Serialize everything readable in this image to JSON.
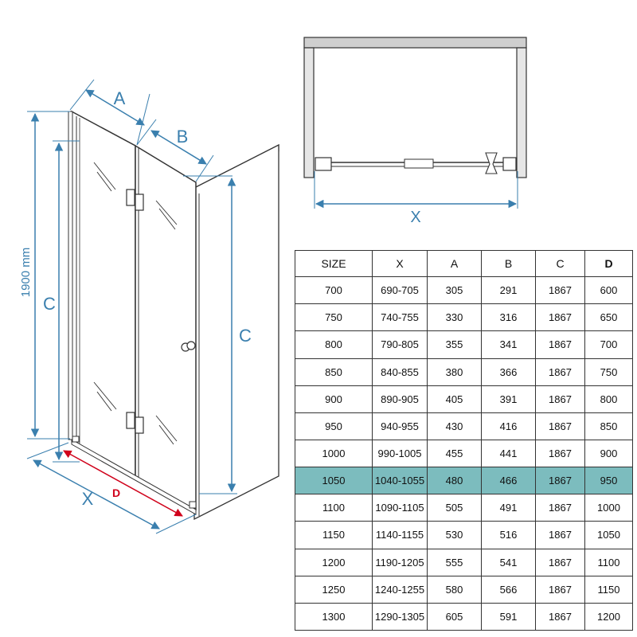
{
  "diagram": {
    "labels": {
      "A": "A",
      "B": "B",
      "C_left": "C",
      "C_right": "C",
      "X_side": "X",
      "X_top": "X",
      "D": "D",
      "height": "1900 mm"
    },
    "colors": {
      "dimension": "#3a7fae",
      "d_dimension": "#d0021b",
      "outline": "#333333",
      "highlight_row": "#7cbcbe"
    }
  },
  "table": {
    "headers": [
      "SIZE",
      "X",
      "A",
      "B",
      "C",
      "D"
    ],
    "bold_header": "D",
    "highlight_row_index": 7,
    "rows": [
      [
        "700",
        "690-705",
        "305",
        "291",
        "1867",
        "600"
      ],
      [
        "750",
        "740-755",
        "330",
        "316",
        "1867",
        "650"
      ],
      [
        "800",
        "790-805",
        "355",
        "341",
        "1867",
        "700"
      ],
      [
        "850",
        "840-855",
        "380",
        "366",
        "1867",
        "750"
      ],
      [
        "900",
        "890-905",
        "405",
        "391",
        "1867",
        "800"
      ],
      [
        "950",
        "940-955",
        "430",
        "416",
        "1867",
        "850"
      ],
      [
        "1000",
        "990-1005",
        "455",
        "441",
        "1867",
        "900"
      ],
      [
        "1050",
        "1040-1055",
        "480",
        "466",
        "1867",
        "950"
      ],
      [
        "1100",
        "1090-1105",
        "505",
        "491",
        "1867",
        "1000"
      ],
      [
        "1150",
        "1140-1155",
        "530",
        "516",
        "1867",
        "1050"
      ],
      [
        "1200",
        "1190-1205",
        "555",
        "541",
        "1867",
        "1100"
      ],
      [
        "1250",
        "1240-1255",
        "580",
        "566",
        "1867",
        "1150"
      ],
      [
        "1300",
        "1290-1305",
        "605",
        "591",
        "1867",
        "1200"
      ]
    ]
  }
}
